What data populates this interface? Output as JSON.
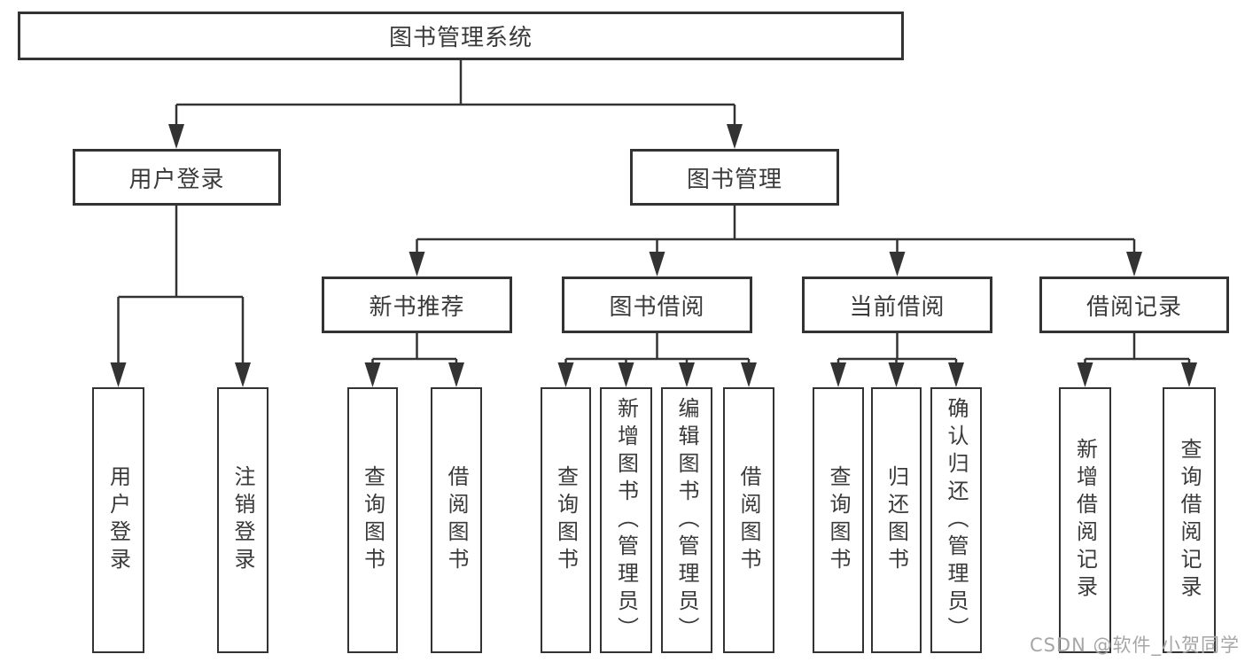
{
  "tree": {
    "label": "图书管理系统",
    "children": [
      {
        "label": "用户登录",
        "children": [
          {
            "label": "用户登录"
          },
          {
            "label": "注销登录"
          }
        ]
      },
      {
        "label": "图书管理",
        "children": [
          {
            "label": "新书推荐",
            "children": [
              {
                "label": "查询图书"
              },
              {
                "label": "借阅图书"
              }
            ]
          },
          {
            "label": "图书借阅",
            "children": [
              {
                "label": "查询图书"
              },
              {
                "label": "新增图书（管理员）"
              },
              {
                "label": "编辑图书（管理员）"
              },
              {
                "label": "借阅图书"
              }
            ]
          },
          {
            "label": "当前借阅",
            "children": [
              {
                "label": "查询图书"
              },
              {
                "label": "归还图书"
              },
              {
                "label": "确认归还（管理员）"
              }
            ]
          },
          {
            "label": "借阅记录",
            "children": [
              {
                "label": "新增借阅记录"
              },
              {
                "label": "查询借阅记录"
              }
            ]
          }
        ]
      }
    ]
  },
  "watermark": {
    "text": "CSDN @软件_小贺同学"
  },
  "colors": {
    "line": "#333333",
    "text": "#3a3a3a",
    "background": "#ffffff",
    "watermark": "#969696"
  }
}
